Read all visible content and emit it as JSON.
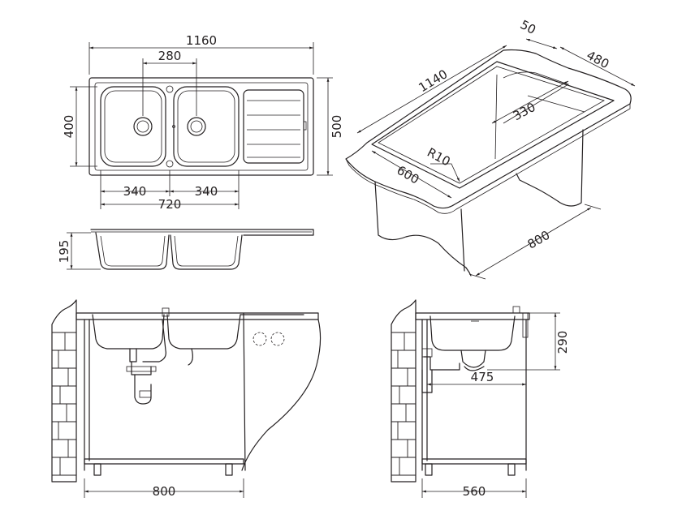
{
  "top_view": {
    "overall_width": "1160",
    "bowl_spacing": "280",
    "depth": "400",
    "overall_depth": "500",
    "bowl_width_left": "340",
    "bowl_width_right": "340",
    "bowls_total": "720"
  },
  "section_view": {
    "bowl_depth": "195"
  },
  "cutout_view": {
    "length": "1140",
    "thickness": "50",
    "depth": "480",
    "inner": "330",
    "radius": "R10",
    "worktop": "600",
    "cabinet": "800"
  },
  "front_install": {
    "cabinet_width": "800"
  },
  "side_install": {
    "height": "290",
    "drain_offset": "475",
    "cabinet_depth": "560"
  },
  "colors": {
    "line": "#231f20",
    "background": "#ffffff"
  }
}
